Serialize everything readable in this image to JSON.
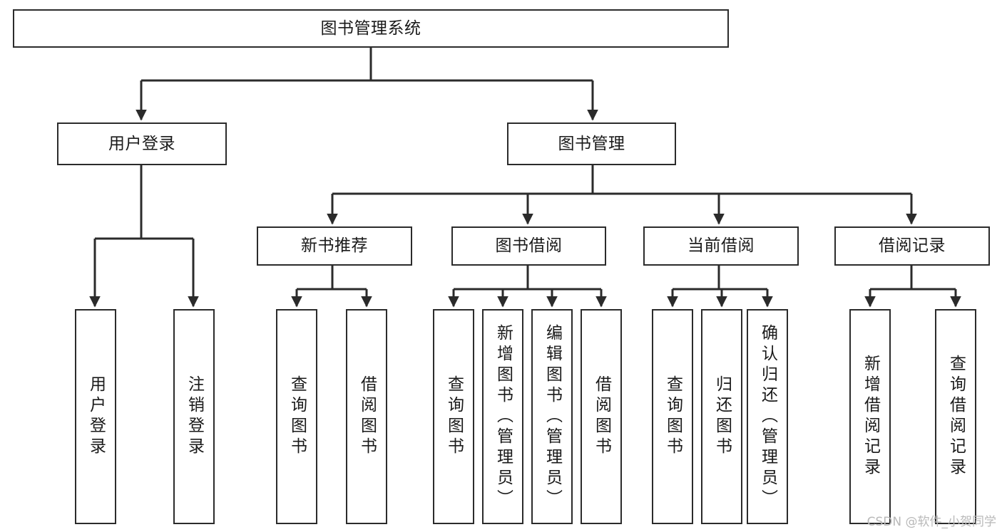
{
  "diagram": {
    "title": "图书管理系统",
    "type": "tree-hierarchy-chart",
    "watermark": "CSDN @软件_小贺同学",
    "colors": {
      "stroke": "#2b2b2b",
      "fill": "#ffffff",
      "text": "#1a1a1a",
      "watermark": "#b9b9b9"
    },
    "nodes": {
      "root": {
        "label": "图书管理系统"
      },
      "level2": [
        {
          "label": "用户登录"
        },
        {
          "label": "图书管理"
        }
      ],
      "level3": [
        {
          "label": "新书推荐"
        },
        {
          "label": "图书借阅"
        },
        {
          "label": "当前借阅"
        },
        {
          "label": "借阅记录"
        }
      ],
      "leaves": {
        "user_login": [
          {
            "label": "用户登录"
          },
          {
            "label": "注销登录"
          }
        ],
        "new_book_recommend": [
          {
            "label": "查询图书"
          },
          {
            "label": "借阅图书"
          }
        ],
        "book_borrow": [
          {
            "label": "查询图书"
          },
          {
            "label": "新增图书（管理员）"
          },
          {
            "label": "编辑图书（管理员）"
          },
          {
            "label": "借阅图书"
          }
        ],
        "current_borrow": [
          {
            "label": "查询图书"
          },
          {
            "label": "归还图书"
          },
          {
            "label": "确认归还（管理员）"
          }
        ],
        "borrow_record": [
          {
            "label": "新增借阅记录"
          },
          {
            "label": "查询借阅记录"
          }
        ]
      }
    }
  }
}
